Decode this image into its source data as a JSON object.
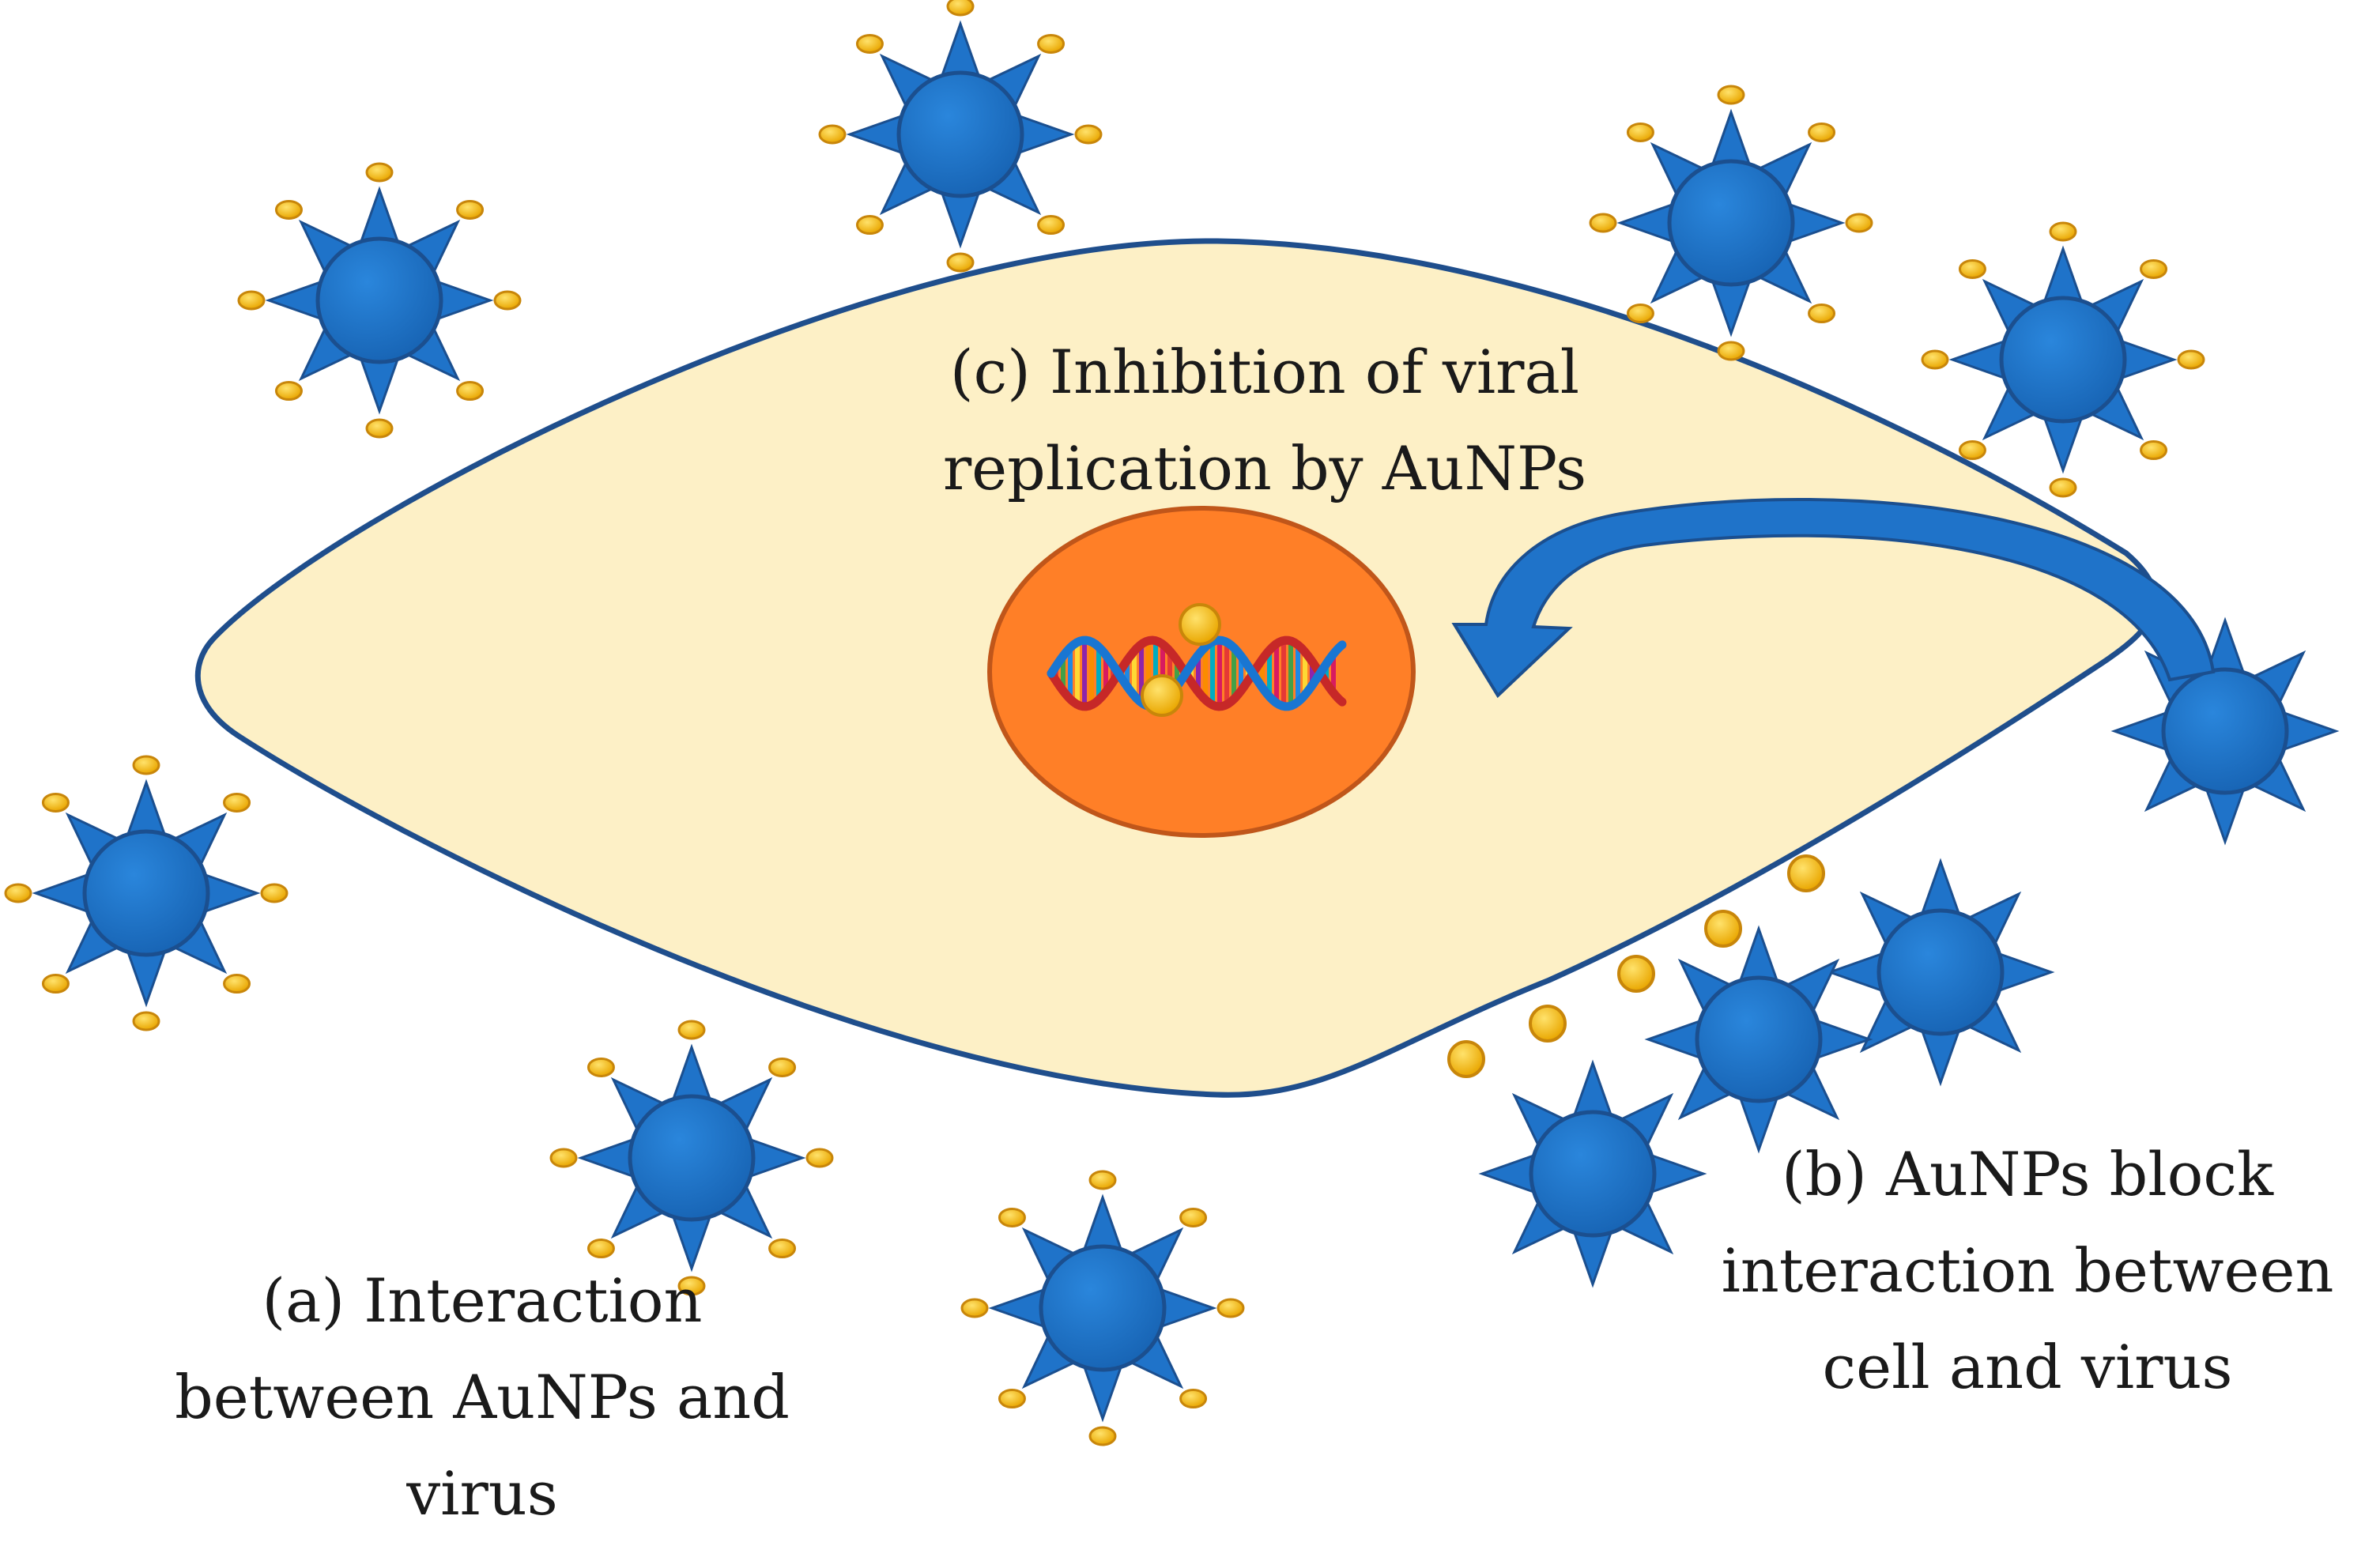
{
  "labels": {
    "c": {
      "line1": "(c) Inhibition of viral",
      "line2": "replication by AuNPs"
    },
    "b": {
      "line1": "(b) AuNPs block",
      "line2": "interaction between",
      "line3": "cell and virus"
    },
    "a": {
      "line1": "(a) Interaction",
      "line2": "between AuNPs and",
      "line3": "virus"
    }
  },
  "colors": {
    "cell_fill": "#FDF0C6",
    "cell_stroke": "#1F4E8C",
    "nucleus_fill": "#FF7F27",
    "nucleus_stroke": "#C0561A",
    "virus_body": "#1F73C9",
    "virus_stroke": "#1B4F8F",
    "gold": "#F5B70A",
    "gold_stroke": "#C8860A",
    "arrow": "#1F73C9"
  }
}
